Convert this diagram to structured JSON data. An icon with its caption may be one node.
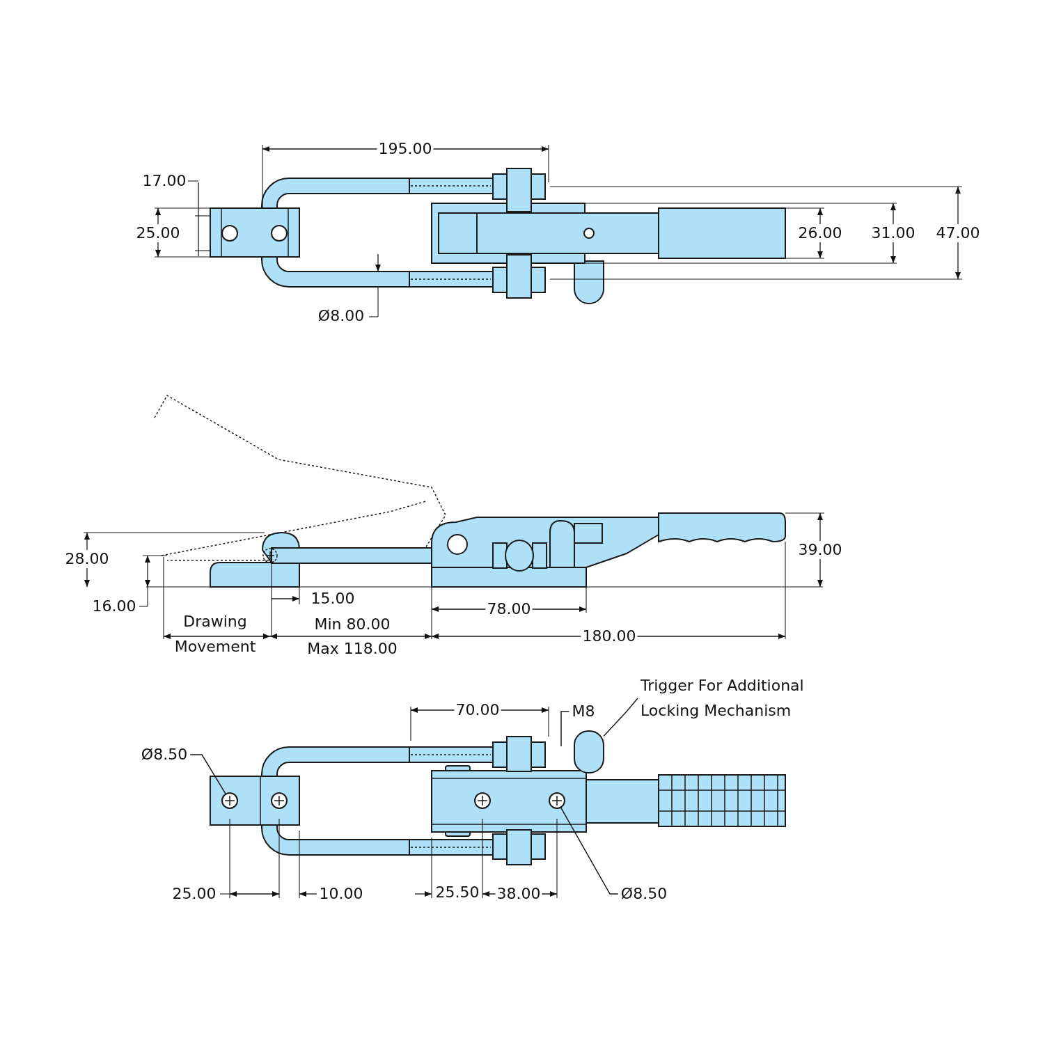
{
  "diagram": {
    "nodes": [
      {
        "text": [
          "Ø8.50"
        ]
      },
      {
        "text": [],
        "shape": "circle"
      },
      {
        "text": [
          "Ø8.50"
        ]
      },
      {
        "text": [],
        "shape": "circle"
      },
      {
        "text": [
          "Trigger For Additional Locking Mechanism"
        ]
      },
      {
        "text": [],
        "shape": "box"
      },
      {
        "text": [
          "M8"
        ]
      }
    ],
    "edges": [
      {
        "from": 0,
        "to": 1,
        "arrow": "none"
      },
      {
        "from": 2,
        "to": 3,
        "arrow": "none"
      },
      {
        "from": 4,
        "to": 5,
        "arrow": "none"
      },
      {
        "from": 6,
        "to": null,
        "arrow": "none"
      }
    ],
    "labels": [
      "195.00",
      "17.00",
      "25.00",
      "26.00",
      "31.00",
      "47.00",
      "Ø8.00",
      "28.00",
      "39.00",
      "16.00",
      "15.00",
      "78.00",
      "Drawing Movement",
      "Min 80.00",
      "180.00",
      "Max 118.00",
      "70.00",
      "25.00",
      "10.00",
      "25.50",
      "38.00"
    ]
  }
}
